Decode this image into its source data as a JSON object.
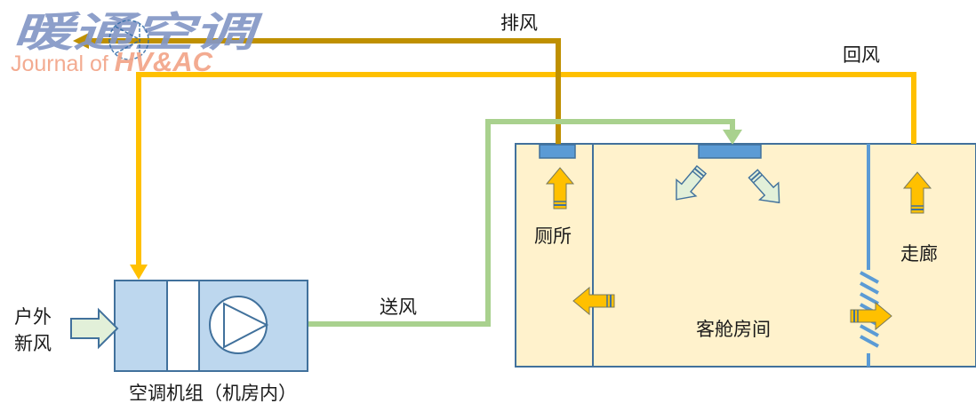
{
  "logo": {
    "cn": "暖通空调",
    "en_prefix": "Journal of ",
    "en_suffix": "HV&AC"
  },
  "labels": {
    "exhaust_air": "排风",
    "return_air": "回风",
    "supply_air": "送风",
    "outdoor_fresh_air_line1": "户外",
    "outdoor_fresh_air_line2": "新风",
    "ahu": "空调机组（机房内）",
    "toilet": "厕所",
    "corridor": "走廊",
    "cabin_room": "客舱房间"
  },
  "colors": {
    "exhaust_duct": "#BF9000",
    "return_duct": "#FFC000",
    "supply_duct": "#A9D18E",
    "room_fill": "#FFF2CC",
    "outline": "#41719C",
    "vent_blue": "#5B9BD5",
    "ahu_fill": "#BDD7EE",
    "fresh_air_arrow": "#E2F0D9",
    "airflow_arrow": "#FFC000"
  },
  "icons": {
    "fan": "fan-symbol",
    "filter": "filter-section",
    "door": "louvered-door"
  }
}
